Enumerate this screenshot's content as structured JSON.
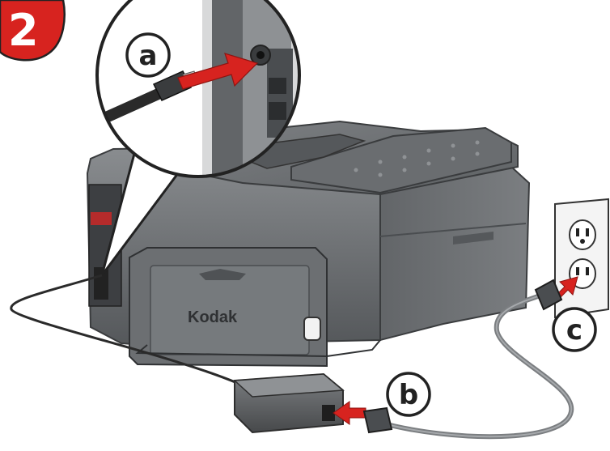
{
  "step": {
    "number": "2",
    "badge_color": "#d7231f"
  },
  "callouts": [
    {
      "id": "a",
      "label": "a"
    },
    {
      "id": "b",
      "label": "b"
    },
    {
      "id": "c",
      "label": "c"
    }
  ],
  "printer": {
    "brand": "Kodak"
  },
  "colors": {
    "arrow": "#d7231f",
    "printer_body": "#6f7275",
    "printer_dark": "#4b4e51",
    "cable": "#2d2d2d",
    "outlet": "#f4f4f4"
  }
}
